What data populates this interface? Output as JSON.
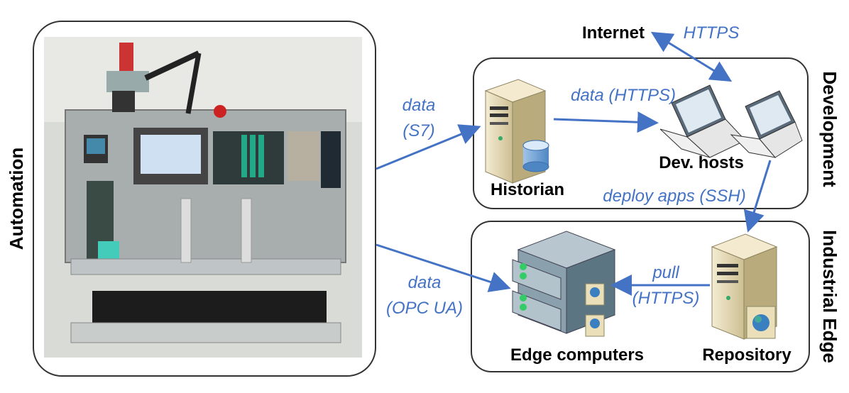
{
  "sections": {
    "automation": "Automation",
    "development": "Development",
    "industrial_edge": "Industrial Edge"
  },
  "nodes": {
    "internet": "Internet",
    "historian": "Historian",
    "dev_hosts": "Dev. hosts",
    "edge_computers": "Edge computers",
    "repository": "Repository"
  },
  "edges": {
    "internet_https": "HTTPS",
    "data_s7_line1": "data",
    "data_s7_line2": "(S7)",
    "data_https": "data (HTTPS)",
    "deploy_apps": "deploy apps (SSH)",
    "data_opc_line1": "data",
    "data_opc_line2": "(OPC UA)",
    "pull_line1": "pull",
    "pull_line2": "(HTTPS)"
  },
  "colors": {
    "arrow": "#4472c4",
    "label": "#4472c4",
    "border": "#333333"
  }
}
